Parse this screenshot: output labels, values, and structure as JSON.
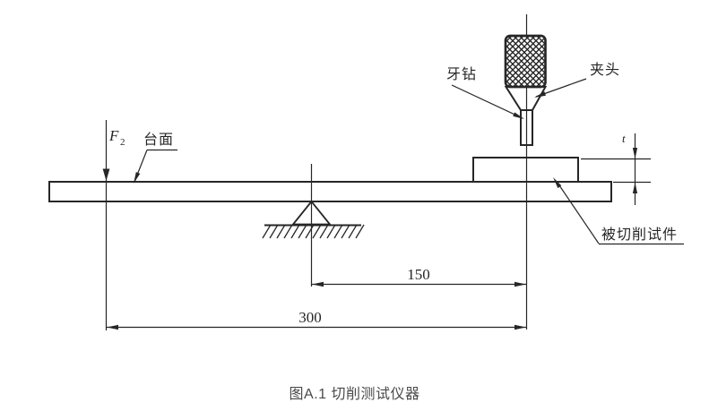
{
  "figure": {
    "caption": "图A.1  切削测试仪器",
    "labels": {
      "force_symbol": "F",
      "force_subscript": "2",
      "table_surface": "台面",
      "dental_drill": "牙钻",
      "chuck": "夹头",
      "specimen": "被切削试件",
      "cut_depth": "t"
    },
    "dimensions": {
      "pivot_to_drill_mm": "150",
      "left_to_drill_mm": "300"
    },
    "colors": {
      "line": "#262626",
      "caption": "#4a4a4a",
      "background": "#ffffff"
    }
  }
}
